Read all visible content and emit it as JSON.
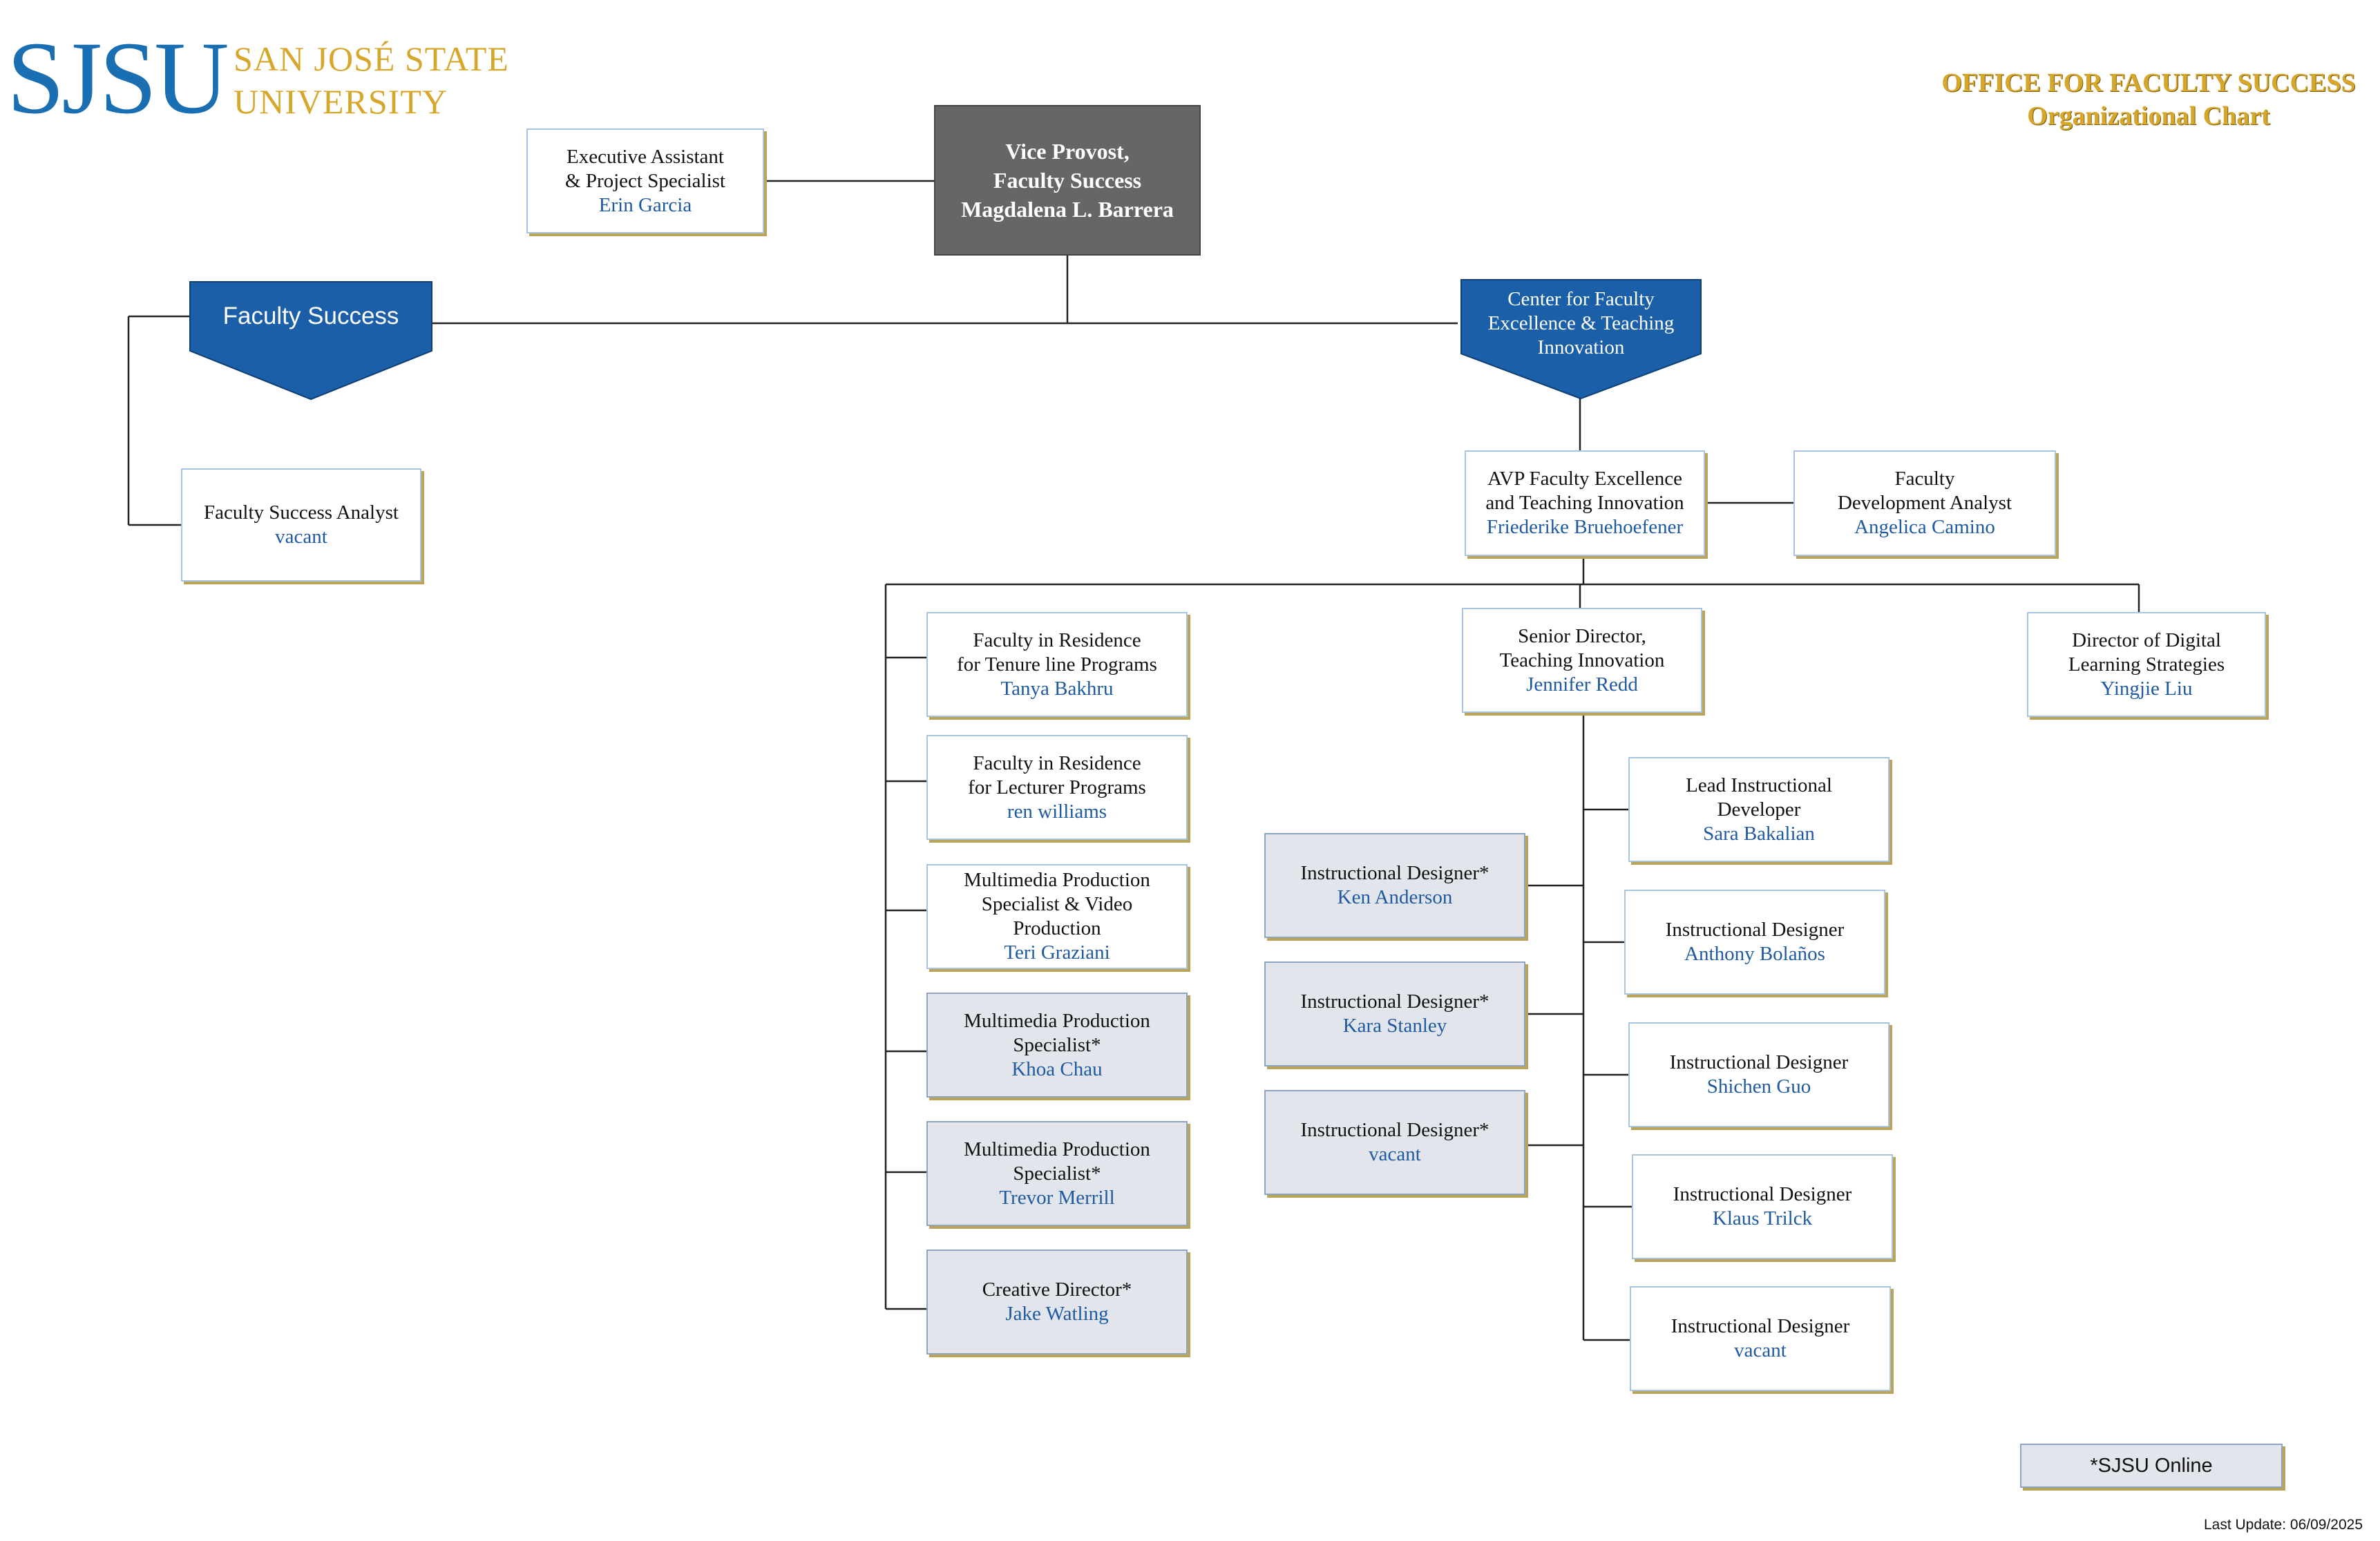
{
  "logo": {
    "mark": "SJSU",
    "name_line1": "SAN JOSÉ STATE",
    "name_line2": "UNIVERSITY"
  },
  "office": {
    "line1": "OFFICE FOR FACULTY SUCCESS",
    "line2": "Organizational Chart"
  },
  "vice_provost": {
    "line1": "Vice Provost,",
    "line2": "Faculty Success",
    "line3": "Magdalena L. Barrera"
  },
  "exec_assistant": {
    "title1": "Executive Assistant",
    "title2": "& Project Specialist",
    "name": "Erin Garcia"
  },
  "faculty_success": {
    "label": "Faculty Success"
  },
  "cfeti": {
    "line1": "Center for Faculty",
    "line2": "Excellence & Teaching",
    "line3": "Innovation"
  },
  "fs_analyst": {
    "title1": "Faculty Success Analyst",
    "name": "vacant"
  },
  "avp": {
    "title1": "AVP Faculty Excellence",
    "title2": "and Teaching Innovation",
    "name": "Friederike Bruehoefener"
  },
  "fda": {
    "title1": "Faculty",
    "title2": "Development Analyst",
    "name": "Angelica Camino"
  },
  "senior_director": {
    "title1": "Senior Director,",
    "title2": "Teaching Innovation",
    "name": "Jennifer Redd"
  },
  "director_digital": {
    "title1": "Director of Digital",
    "title2": "Learning Strategies",
    "name": "Yingjie Liu"
  },
  "left_column": [
    {
      "title1": "Faculty in Residence",
      "title2": "for Tenure line Programs",
      "title3": "",
      "name": "Tanya Bakhru"
    },
    {
      "title1": "Faculty in Residence",
      "title2": "for Lecturer Programs",
      "title3": "",
      "name": "ren williams"
    },
    {
      "title1": "Multimedia Production",
      "title2": "Specialist & Video",
      "title3": "Production",
      "name": "Teri Graziani"
    },
    {
      "title1": "Multimedia Production",
      "title2": "Specialist*",
      "title3": "",
      "name": "Khoa Chau"
    },
    {
      "title1": "Multimedia Production",
      "title2": "Specialist*",
      "title3": "",
      "name": "Trevor Merrill"
    },
    {
      "title1": "Creative Director*",
      "title2": "",
      "title3": "",
      "name": "Jake Watling"
    }
  ],
  "middle_left": [
    {
      "title1": "Instructional Designer*",
      "name": "Ken Anderson"
    },
    {
      "title1": "Instructional Designer*",
      "name": "Kara Stanley"
    },
    {
      "title1": "Instructional Designer*",
      "name": "vacant"
    }
  ],
  "middle_right": [
    {
      "title1": "Lead Instructional",
      "title2": "Developer",
      "name": "Sara Bakalian"
    },
    {
      "title1": "Instructional Designer",
      "title2": "",
      "name": "Anthony Bolaños"
    },
    {
      "title1": "Instructional Designer",
      "title2": "",
      "name": "Shichen Guo"
    },
    {
      "title1": "Instructional Designer",
      "title2": "",
      "name": "Klaus Trilck"
    },
    {
      "title1": "Instructional Designer",
      "title2": "",
      "name": "vacant"
    }
  ],
  "legend": "*SJSU  Online",
  "last_update": "Last Update: 06/09/2025",
  "colors": {
    "brand_blue": "#1a5fa8",
    "gold": "#d7a72c",
    "vp_grey": "#666666",
    "grey_box": "#e2e6ec",
    "name_blue": "#1f5aa0"
  }
}
